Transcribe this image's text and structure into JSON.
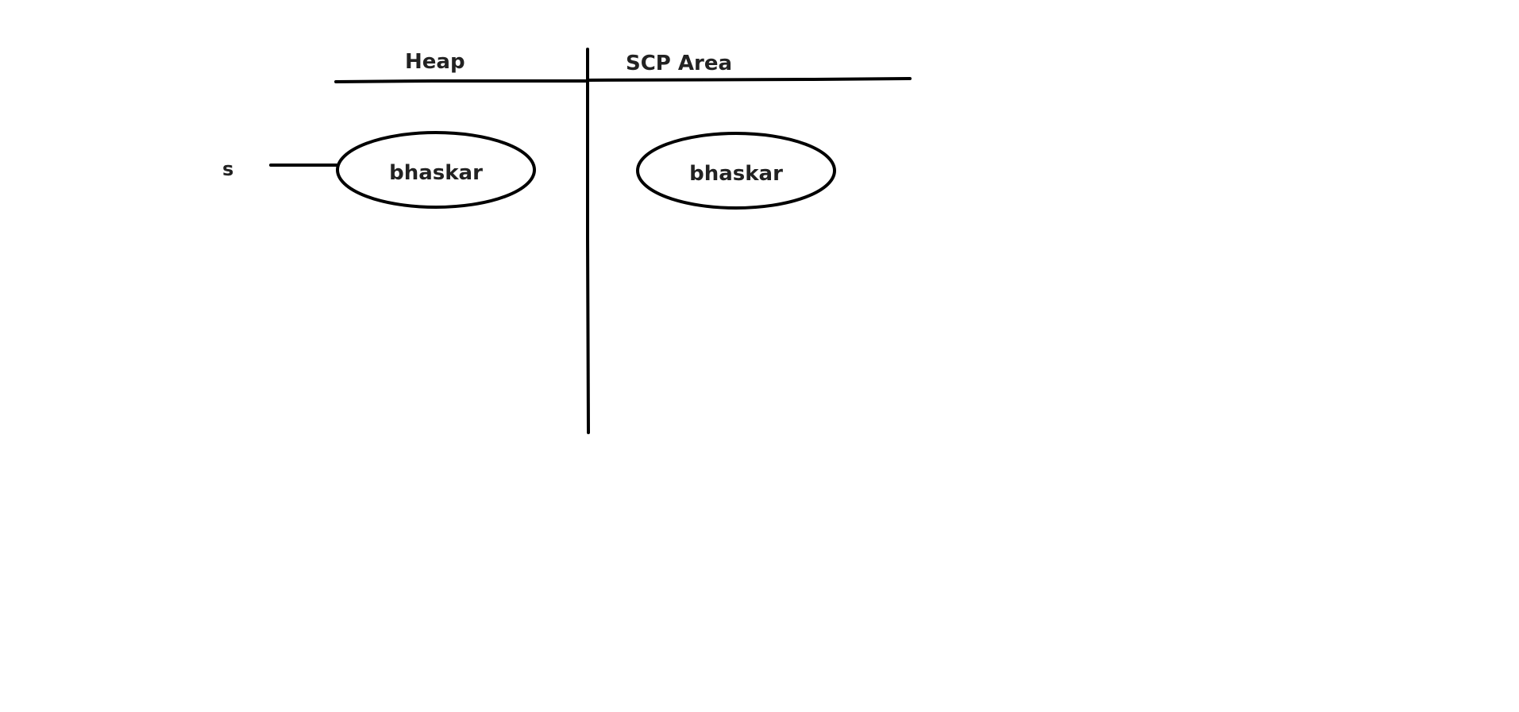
{
  "diagram": {
    "regions": {
      "heap": {
        "title": "Heap"
      },
      "scp": {
        "title": "SCP Area"
      }
    },
    "objects": {
      "heap_object": {
        "text": "bhaskar"
      },
      "scp_object": {
        "text": "bhaskar"
      }
    },
    "reference": {
      "variable": "s"
    }
  }
}
